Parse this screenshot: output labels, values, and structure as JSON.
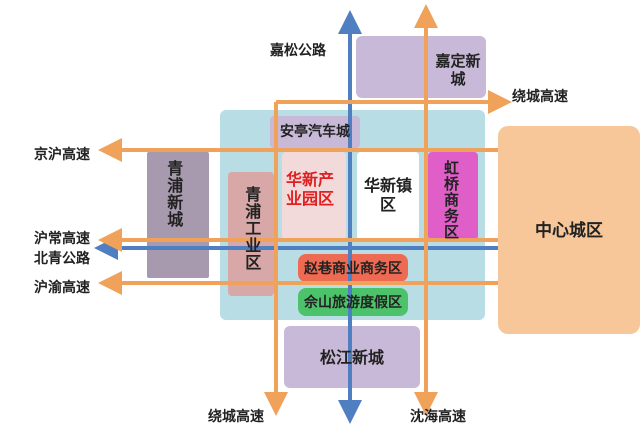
{
  "colors": {
    "orange_road": "#F0A25A",
    "blue_road": "#4F7FC1",
    "core_area": "#B9DDE5",
    "center_district": "#F7C79A",
    "purple_zone": "#C8B9D8",
    "gray_zone": "#A79AAE",
    "pink_zone": "#D8A7A7",
    "magenta_zone": "#E05EC8",
    "red_zone": "#EE6A52",
    "green_zone": "#4CC36A",
    "red_text": "#E02020"
  },
  "roads": {
    "jiasong": "嘉松公路",
    "raocheng_top": "绕城高速",
    "jinghu": "京沪高速",
    "huchang": "沪常高速",
    "beiqing": "北青公路",
    "huyu": "沪渝高速",
    "raocheng_bottom": "绕城高速",
    "shenhai": "沈海高速"
  },
  "zones": {
    "jiading": "嘉定新城",
    "anting": "安亭汽车城",
    "qingpu_new": "青浦新城",
    "qingpu_ind": "青浦工业区",
    "huaxin_ind": "华新产业园区",
    "huaxin_town": "华新镇区",
    "hongqiao": "虹桥商务区",
    "center": "中心城区",
    "zhaoxiang": "赵巷商业商务区",
    "sheshan": "佘山旅游度假区",
    "songjiang": "松江新城"
  }
}
